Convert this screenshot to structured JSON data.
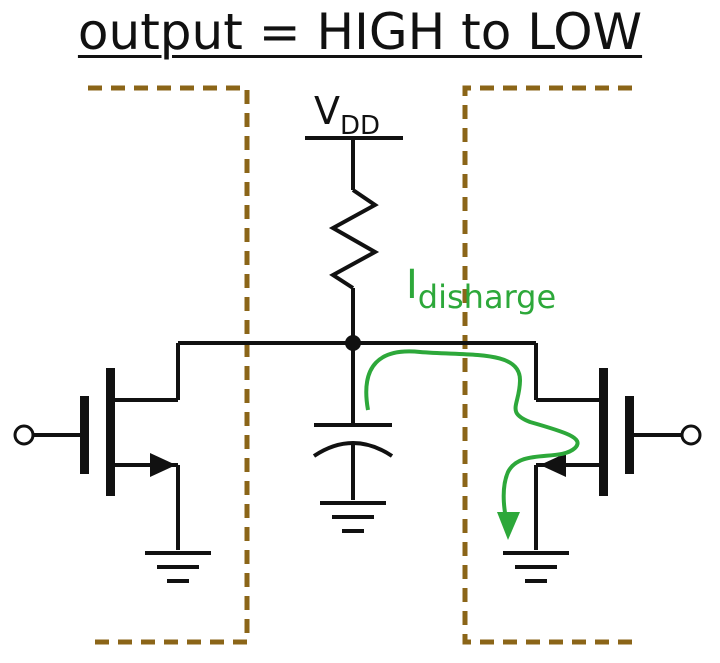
{
  "title": "output = HIGH to LOW",
  "supply": {
    "base": "V",
    "sub": "DD"
  },
  "current_label": {
    "base": "I",
    "sub": "disharge"
  },
  "colors": {
    "wire": "#111111",
    "boundary": "#8B6518",
    "current": "#2DA83A",
    "background": "#ffffff"
  },
  "icons": {
    "resistor": "zigzag-resistor-icon",
    "capacitor": "curved-capacitor-icon",
    "ground": "ground-icon",
    "nmos": "nmos-transistor-icon",
    "input_terminal": "open-circle-terminal-icon"
  }
}
